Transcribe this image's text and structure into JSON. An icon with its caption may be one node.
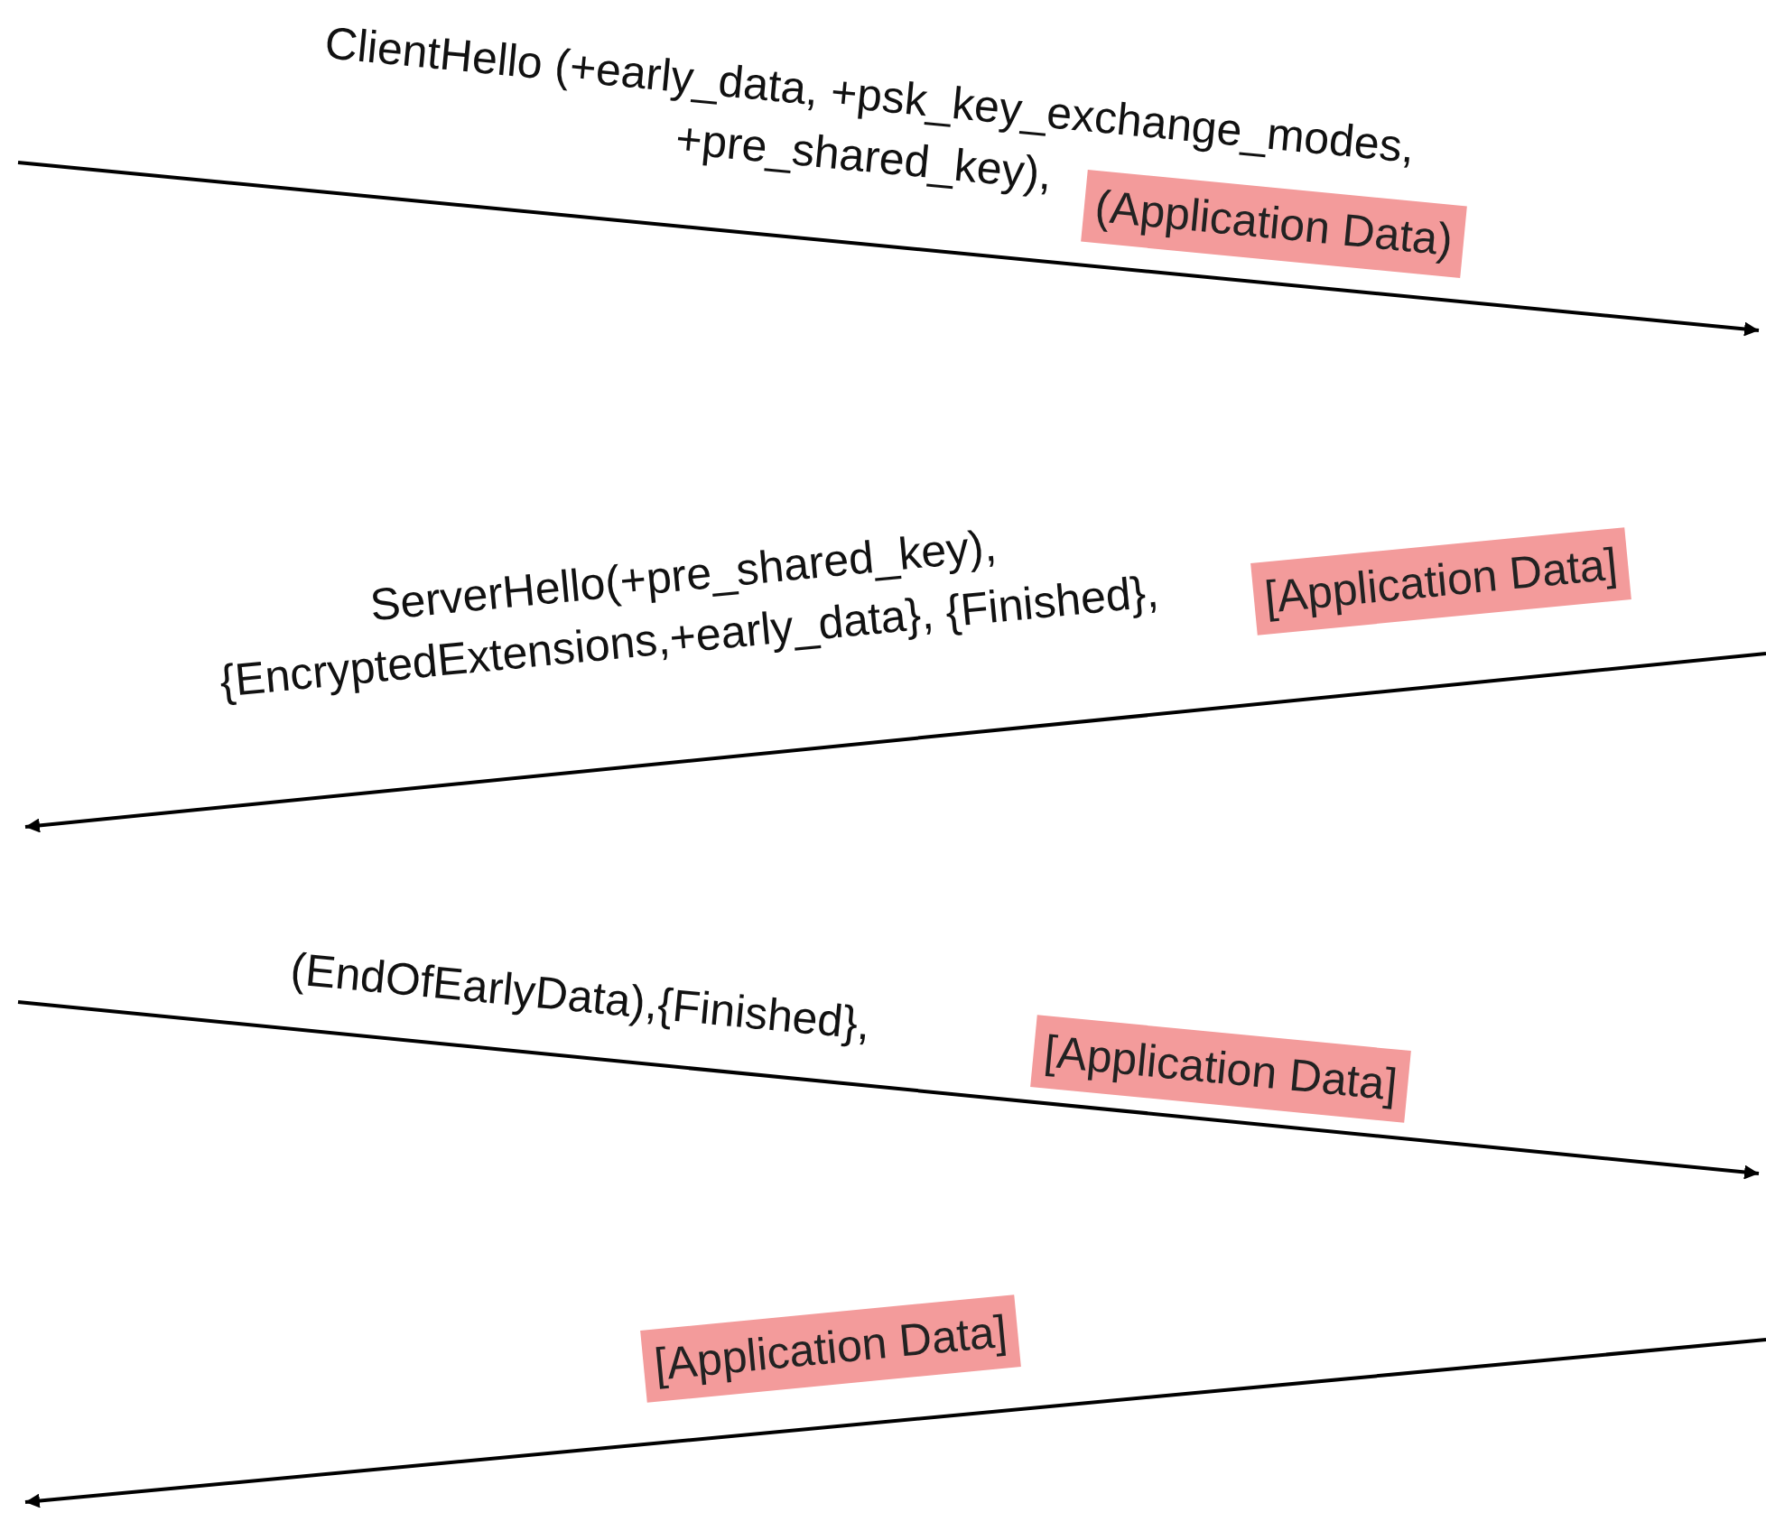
{
  "diagram": {
    "nodes": [
      {
        "text": [
          "(Application Data)"
        ]
      },
      {
        "text": [
          "[Application Data]"
        ]
      },
      {
        "text": [
          "[Application Data]"
        ]
      },
      {
        "text": [
          "[Application Data]"
        ]
      }
    ],
    "labels": [
      "ClientHello (+early_data, +psk_key_exchange_modes, +pre_shared_key),",
      "ServerHello(+pre_shared_key), {EncryptedExtensions,+early_data}, {Finished},",
      "(EndOfEarlyData),{Finished},"
    ]
  }
}
